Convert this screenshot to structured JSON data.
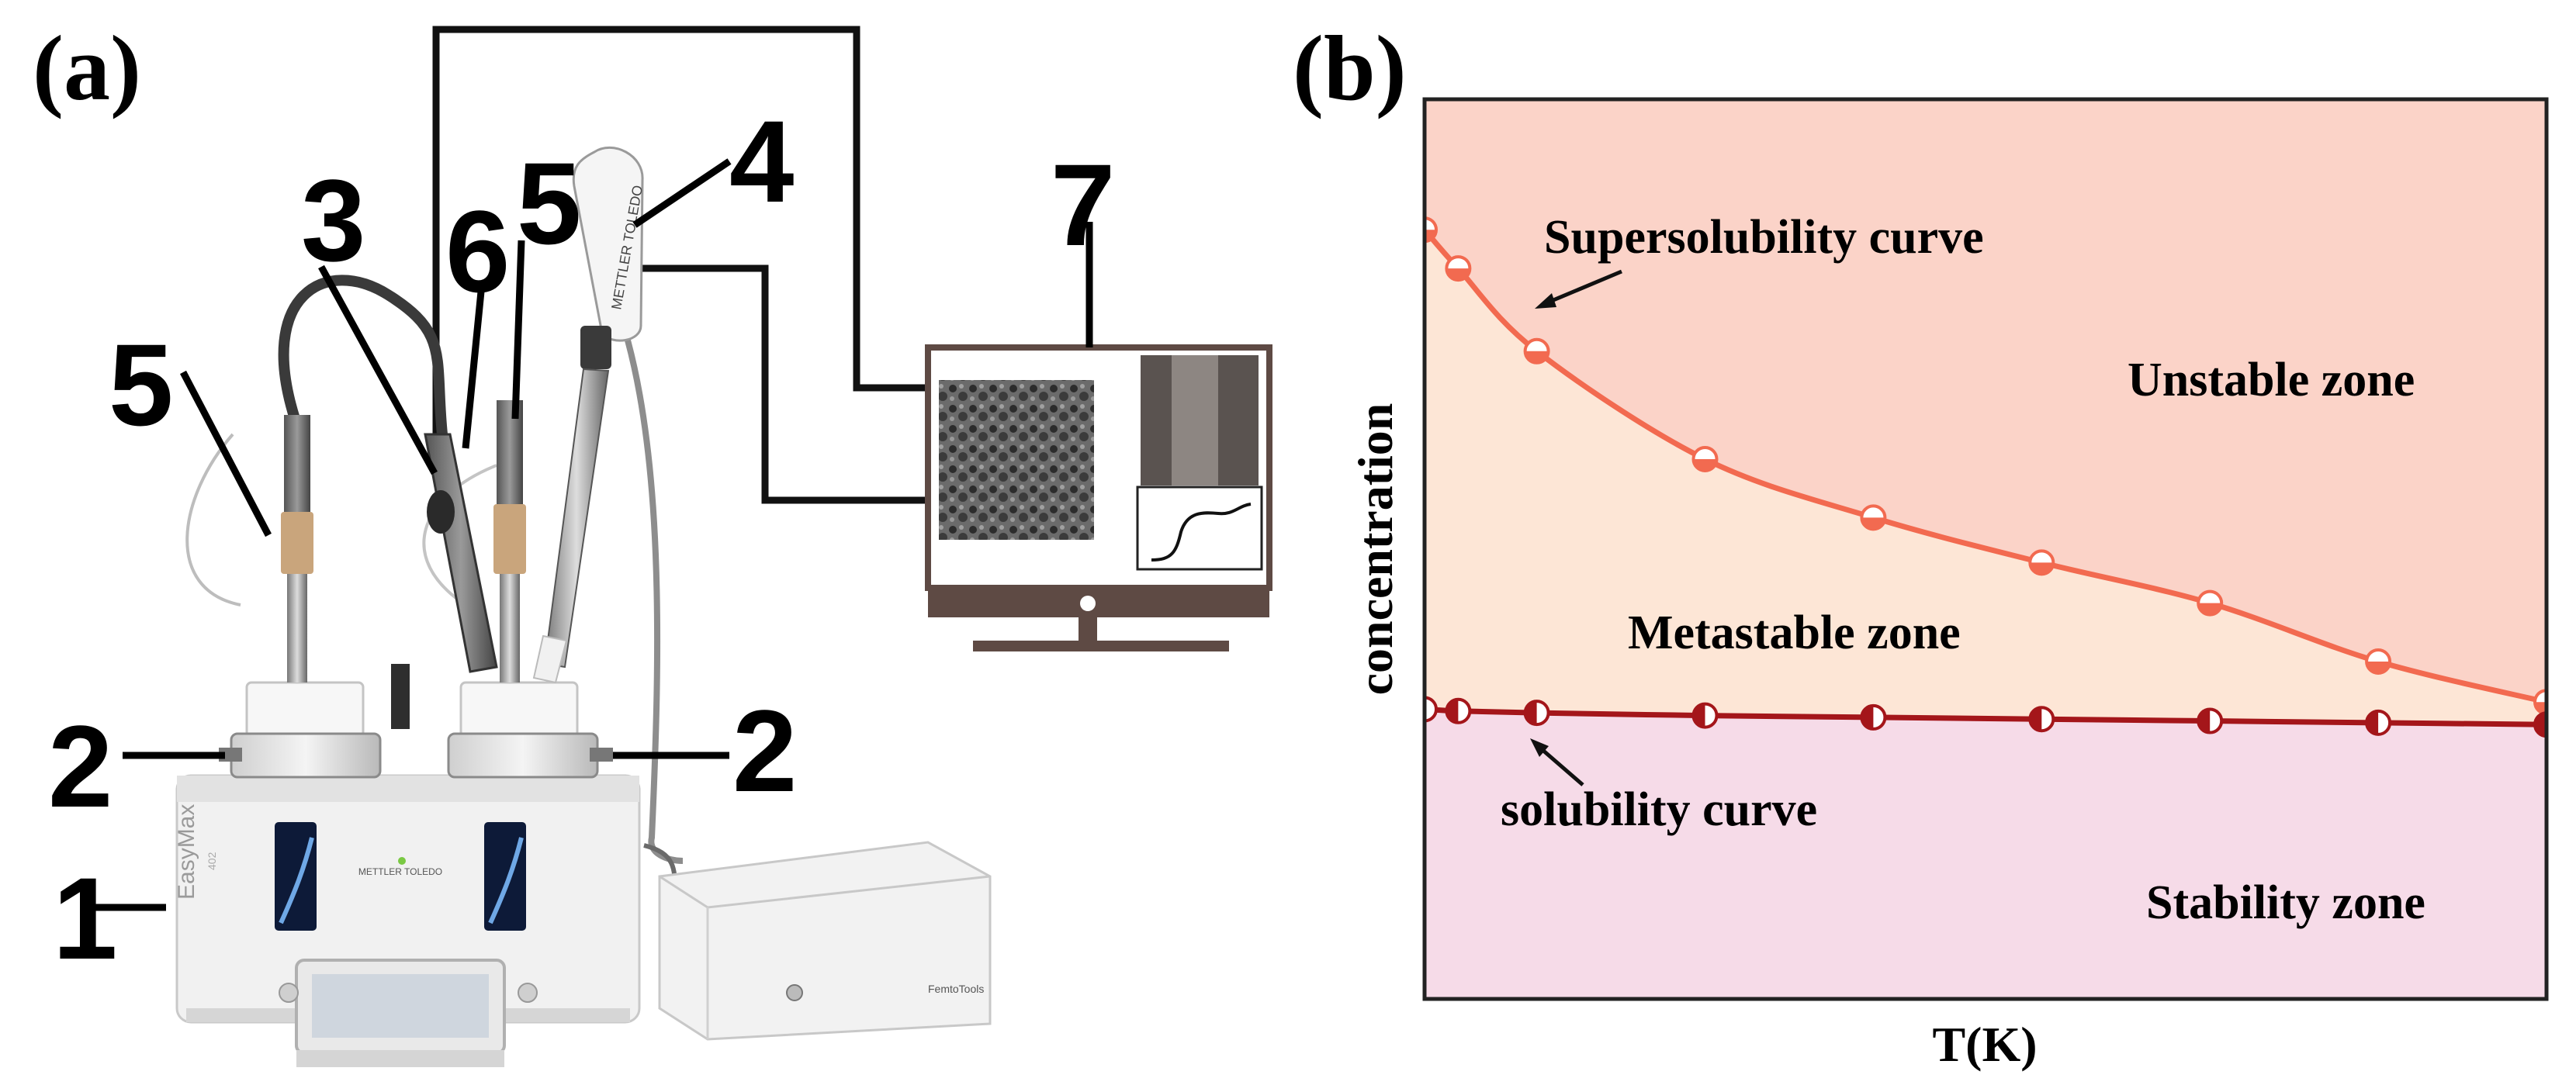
{
  "panel_a": {
    "label": "(a)",
    "callouts": [
      "1",
      "2",
      "2",
      "3",
      "4",
      "5",
      "5",
      "6",
      "7"
    ],
    "device_brand": "EasyMax",
    "device_model": "402",
    "mettler_logo": "METTLER TOLEDO",
    "probe_logo": "METTLER TOLEDO",
    "box_text": "FemtoTools"
  },
  "panel_b": {
    "label": "(b)",
    "zones": {
      "unstable": "Unstable zone",
      "metastable": "Metastable zone",
      "stability": "Stability zone"
    },
    "colors": {
      "unstable": "#fbd3c8",
      "metastable": "#fde6d6",
      "stability": "#f6dbe8",
      "supersolubility": "#f26a50",
      "solubility": "#a4161a"
    },
    "chart_data": {
      "type": "line",
      "xlabel": "T(K)",
      "ylabel": "concentration",
      "series": [
        {
          "name": "Supersolubility curve",
          "x": [
            0.0,
            0.03,
            0.1,
            0.25,
            0.4,
            0.55,
            0.7,
            0.85,
            1.0
          ],
          "y": [
            0.855,
            0.812,
            0.72,
            0.6,
            0.535,
            0.485,
            0.44,
            0.375,
            0.33
          ]
        },
        {
          "name": "solubility curve",
          "x": [
            0.0,
            0.03,
            0.1,
            0.25,
            0.4,
            0.55,
            0.7,
            0.85,
            1.0
          ],
          "y": [
            0.322,
            0.32,
            0.318,
            0.315,
            0.313,
            0.311,
            0.309,
            0.307,
            0.305
          ]
        }
      ]
    }
  }
}
